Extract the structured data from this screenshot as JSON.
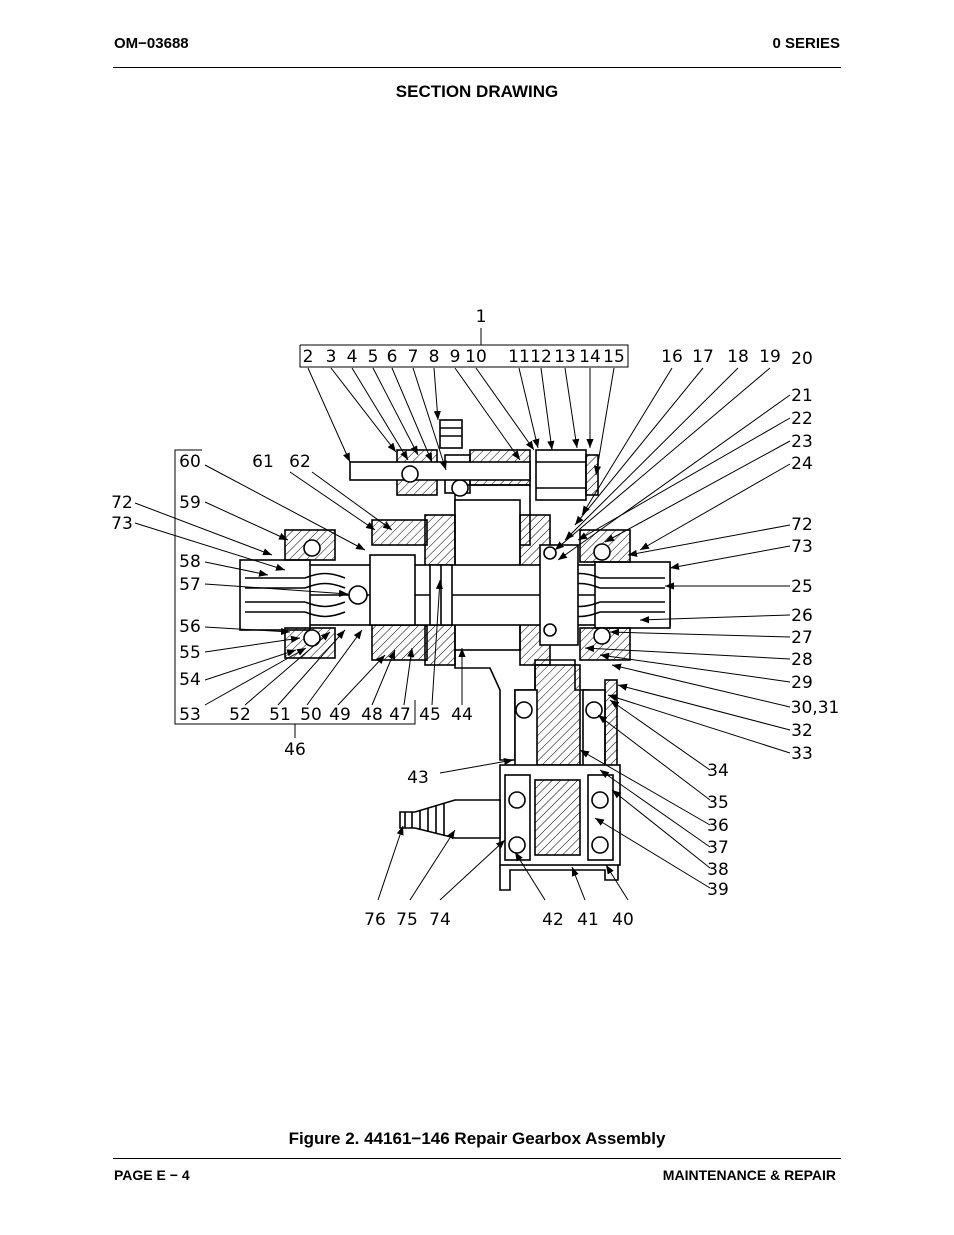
{
  "header": {
    "doc_id": "OM−03688",
    "series": "0 SERIES"
  },
  "section_title": "SECTION DRAWING",
  "figure": {
    "caption": "Figure 2. 44161−146 Repair Gearbox Assembly",
    "callouts": {
      "c1": "1",
      "c2": "2",
      "c3": "3",
      "c4": "4",
      "c5": "5",
      "c6": "6",
      "c7": "7",
      "c8": "8",
      "c9": "9",
      "c10": "10",
      "c11": "11",
      "c12": "12",
      "c13": "13",
      "c14": "14",
      "c15": "15",
      "c16": "16",
      "c17": "17",
      "c18": "18",
      "c19": "19",
      "c20": "20",
      "c21": "21",
      "c22": "22",
      "c23": "23",
      "c24": "24",
      "c25": "25",
      "c26": "26",
      "c27": "27",
      "c28": "28",
      "c29": "29",
      "c3031": "30,31",
      "c32": "32",
      "c33": "33",
      "c34": "34",
      "c35": "35",
      "c36": "36",
      "c37": "37",
      "c38": "38",
      "c39": "39",
      "c40": "40",
      "c41": "41",
      "c42": "42",
      "c43": "43",
      "c44": "44",
      "c45": "45",
      "c46": "46",
      "c47": "47",
      "c48": "48",
      "c49": "49",
      "c50": "50",
      "c51": "51",
      "c52": "52",
      "c53": "53",
      "c54": "54",
      "c55": "55",
      "c56": "56",
      "c57": "57",
      "c58": "58",
      "c59": "59",
      "c60": "60",
      "c61": "61",
      "c62": "62",
      "c72a": "72",
      "c73a": "73",
      "c72b": "72",
      "c73b": "73",
      "c74": "74",
      "c75": "75",
      "c76": "76"
    }
  },
  "footer": {
    "page": "PAGE E − 4",
    "section": "MAINTENANCE & REPAIR"
  }
}
